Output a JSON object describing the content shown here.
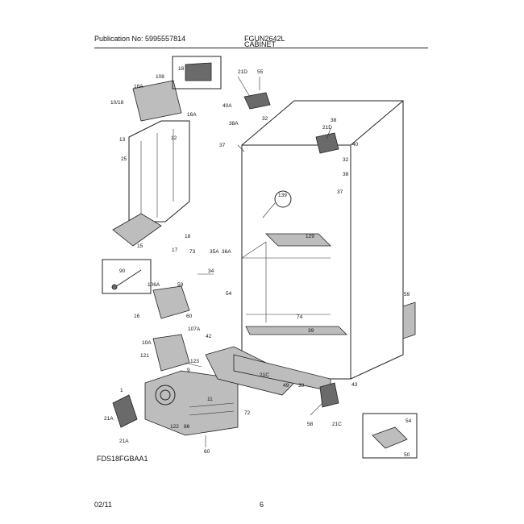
{
  "header": {
    "publication": "Publication No: 5995557814",
    "model": "FGUN2642L",
    "section": "CABINET"
  },
  "footer": {
    "date": "02/11",
    "page": "6",
    "diagram_code": "FDS18FGBAA1"
  },
  "callouts": [
    {
      "id": "c1",
      "text": "108"
    },
    {
      "id": "c2",
      "text": "18"
    },
    {
      "id": "c3",
      "text": "18A"
    },
    {
      "id": "c4",
      "text": "10/18"
    },
    {
      "id": "c5",
      "text": "16A"
    },
    {
      "id": "c6",
      "text": "12"
    },
    {
      "id": "c7",
      "text": "13"
    },
    {
      "id": "c8",
      "text": "25"
    },
    {
      "id": "c9",
      "text": "15"
    },
    {
      "id": "c10",
      "text": "17"
    },
    {
      "id": "c11",
      "text": "18"
    },
    {
      "id": "c12",
      "text": "21D"
    },
    {
      "id": "c13",
      "text": "55"
    },
    {
      "id": "c14",
      "text": "40A"
    },
    {
      "id": "c15",
      "text": "38A"
    },
    {
      "id": "c16",
      "text": "32"
    },
    {
      "id": "c17",
      "text": "37"
    },
    {
      "id": "c18",
      "text": "38"
    },
    {
      "id": "c19",
      "text": "21D"
    },
    {
      "id": "c20",
      "text": "40"
    },
    {
      "id": "c21",
      "text": "32"
    },
    {
      "id": "c22",
      "text": "38"
    },
    {
      "id": "c23",
      "text": "37"
    },
    {
      "id": "c24",
      "text": "139"
    },
    {
      "id": "c25",
      "text": "129"
    },
    {
      "id": "c26",
      "text": "73"
    },
    {
      "id": "c27",
      "text": "35A"
    },
    {
      "id": "c28",
      "text": "36A"
    },
    {
      "id": "c29",
      "text": "90"
    },
    {
      "id": "c30",
      "text": "106A"
    },
    {
      "id": "c31",
      "text": "59"
    },
    {
      "id": "c32",
      "text": "34"
    },
    {
      "id": "c33",
      "text": "54"
    },
    {
      "id": "c34",
      "text": "16"
    },
    {
      "id": "c35",
      "text": "60"
    },
    {
      "id": "c36",
      "text": "107A"
    },
    {
      "id": "c37",
      "text": "10A"
    },
    {
      "id": "c38",
      "text": "121"
    },
    {
      "id": "c39",
      "text": "42"
    },
    {
      "id": "c40",
      "text": "123"
    },
    {
      "id": "c41",
      "text": "21C"
    },
    {
      "id": "c42",
      "text": "49"
    },
    {
      "id": "c43",
      "text": "30"
    },
    {
      "id": "c44",
      "text": "1"
    },
    {
      "id": "c45",
      "text": "21A"
    },
    {
      "id": "c46",
      "text": "122"
    },
    {
      "id": "c47",
      "text": "86"
    },
    {
      "id": "c48",
      "text": "72"
    },
    {
      "id": "c49",
      "text": "60"
    },
    {
      "id": "c50",
      "text": "21A"
    },
    {
      "id": "c51",
      "text": "43"
    },
    {
      "id": "c52",
      "text": "21C"
    },
    {
      "id": "c53",
      "text": "58"
    },
    {
      "id": "c54",
      "text": "54"
    },
    {
      "id": "c55",
      "text": "50"
    },
    {
      "id": "c56",
      "text": "59"
    },
    {
      "id": "c57",
      "text": "74"
    },
    {
      "id": "c58",
      "text": "39"
    },
    {
      "id": "c59",
      "text": "11"
    },
    {
      "id": "c60",
      "text": "9"
    }
  ]
}
